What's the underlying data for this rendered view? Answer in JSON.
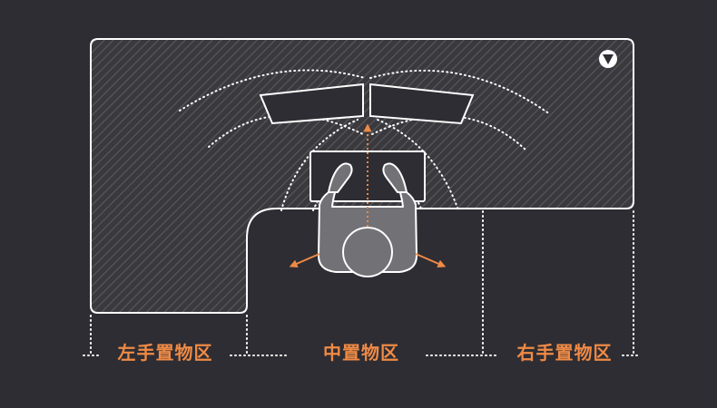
{
  "zones": {
    "left_label": "左手置物区",
    "center_label": "中置物区",
    "right_label": "右手置物区"
  },
  "colors": {
    "background": "#2e2d33",
    "outline": "#ffffff",
    "hatch": "#55545a",
    "accent": "#f08a45",
    "person": "#727176"
  },
  "icons": {
    "corner_marker": "triangle-down-icon",
    "arrows": "arrow-icon"
  }
}
